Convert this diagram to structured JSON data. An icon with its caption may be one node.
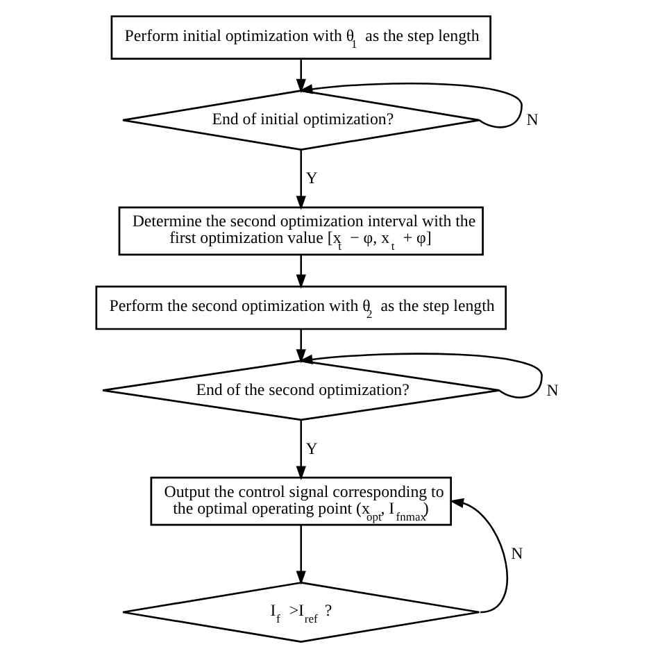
{
  "diagram": {
    "nodes": [
      {
        "text": [
          "Perform initial optimization with θ$_{1}$ as the step length"
        ]
      },
      {
        "text": [
          "End of initial optimization?"
        ]
      },
      {
        "text": [
          "Determine the second optimization interval with the first optimization value [x$_{t}$ − φ, x$_{t}$ + φ]"
        ]
      },
      {
        "text": [
          "Perform the second optimization with θ$_{2}$ as the step length"
        ]
      },
      {
        "text": [
          "End of the second optimization?"
        ]
      },
      {
        "text": [
          "Output the control signal corresponding to the optimal operating point (x$_{opt}$, I$_{fnmax}$)"
        ]
      },
      {
        "text": [
          "I$_{f}$ >I$_{ref}$ ?"
        ]
      }
    ],
    "edges": [
      {
        "from": 0,
        "to": 1,
        "arrow": "to"
      },
      {
        "from": 1,
        "to": 1,
        "label": "N",
        "arrow": "to"
      },
      {
        "from": 1,
        "to": 2,
        "label": "Y",
        "arrow": "to"
      },
      {
        "from": 2,
        "to": 3,
        "arrow": "to"
      },
      {
        "from": 3,
        "to": 4,
        "arrow": "to"
      },
      {
        "from": 4,
        "to": 4,
        "label": "N",
        "arrow": "to"
      },
      {
        "from": 4,
        "to": 5,
        "label": "Y",
        "arrow": "to"
      },
      {
        "from": 5,
        "to": 6,
        "arrow": "to"
      },
      {
        "from": 6,
        "to": 5,
        "label": "N",
        "arrow": "to"
      }
    ]
  }
}
